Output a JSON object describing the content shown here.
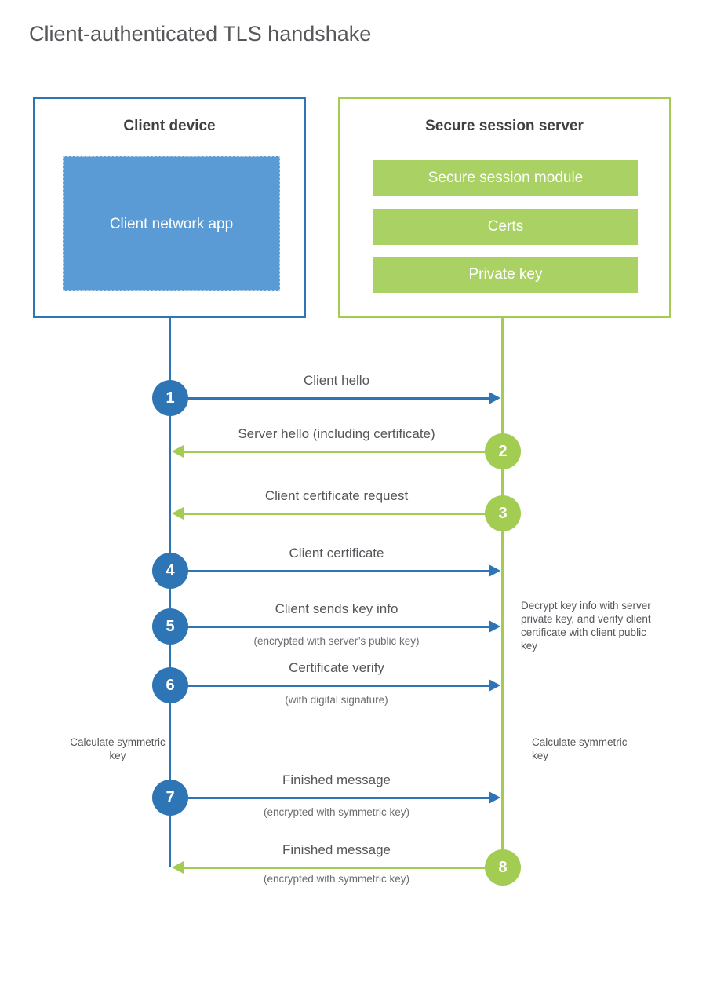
{
  "title": "Client-authenticated TLS handshake",
  "client": {
    "title": "Client device",
    "app_label": "Client network app"
  },
  "server": {
    "title": "Secure session server",
    "modules": [
      "Secure session module",
      "Certs",
      "Private key"
    ]
  },
  "steps": [
    {
      "num": "1",
      "direction": "right",
      "color": "blue",
      "label": "Client hello",
      "sublabel": ""
    },
    {
      "num": "2",
      "direction": "left",
      "color": "green",
      "label": "Server hello (including certificate)",
      "sublabel": ""
    },
    {
      "num": "3",
      "direction": "left",
      "color": "green",
      "label": "Client certificate request",
      "sublabel": ""
    },
    {
      "num": "4",
      "direction": "right",
      "color": "blue",
      "label": "Client certificate",
      "sublabel": ""
    },
    {
      "num": "5",
      "direction": "right",
      "color": "blue",
      "label": "Client sends key info",
      "sublabel": "(encrypted with server’s public key)"
    },
    {
      "num": "6",
      "direction": "right",
      "color": "blue",
      "label": "Certificate verify",
      "sublabel": "(with digital signature)"
    },
    {
      "num": "7",
      "direction": "right",
      "color": "blue",
      "label": "Finished message",
      "sublabel": "(encrypted with symmetric key)"
    },
    {
      "num": "8",
      "direction": "left",
      "color": "green",
      "label": "Finished message",
      "sublabel": "(encrypted with symmetric key)"
    }
  ],
  "notes": {
    "decrypt": "Decrypt key info with server private key, and verify client certificate with client public key",
    "calc_left": "Calculate symmetric key",
    "calc_right": "Calculate symmetric key"
  },
  "colors": {
    "blue": "#2e75b6",
    "blue_fill": "#5b9bd5",
    "green": "#a3cc52",
    "green_fill": "#a9d164"
  }
}
